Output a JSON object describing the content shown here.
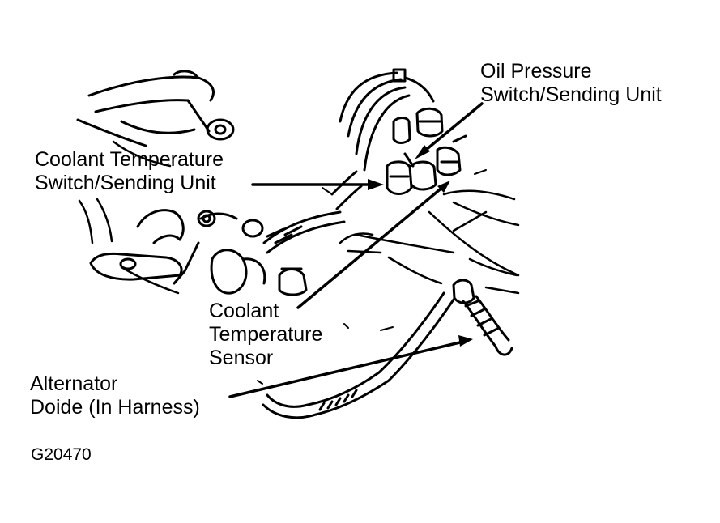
{
  "labels": {
    "oil_pressure": [
      "Oil Pressure",
      "Switch/Sending Unit"
    ],
    "coolant_switch": [
      "Coolant Temperature",
      "Switch/Sending Unit"
    ],
    "coolant_sensor": [
      "Coolant",
      "Temperature",
      "Sensor"
    ],
    "alternator": [
      "Alternator",
      "Doide (In Harness)"
    ]
  },
  "figure_id": "G20470",
  "colors": {
    "ink": "#000000",
    "paper": "#ffffff"
  }
}
